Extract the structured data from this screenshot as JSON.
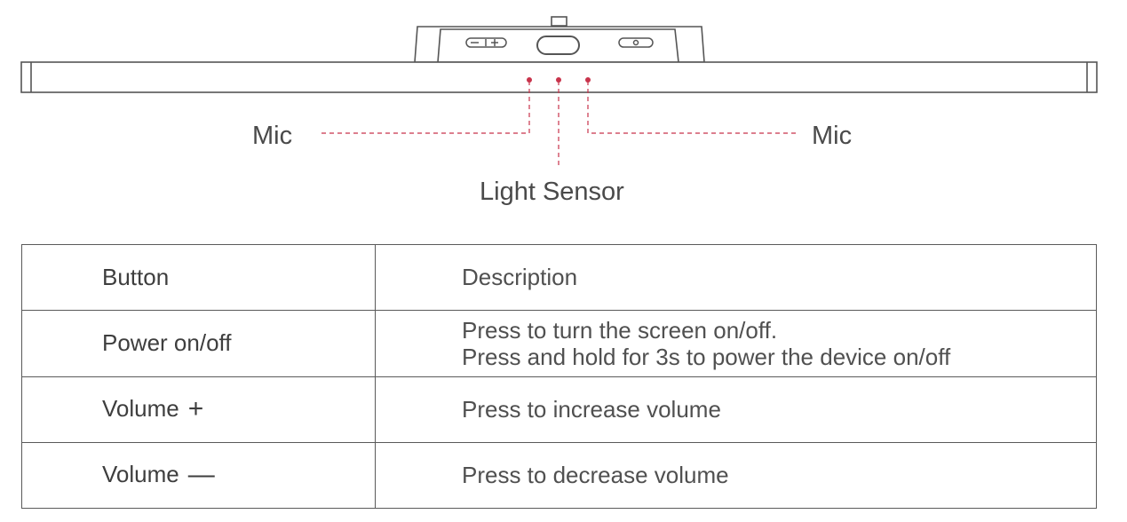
{
  "callouts": {
    "mic_left": "Mic",
    "mic_right": "Mic",
    "light_sensor": "Light Sensor",
    "leader_color": "#c8334b"
  },
  "table": {
    "headers": {
      "button": "Button",
      "description": "Description"
    },
    "rows": [
      {
        "button": "Power on/off",
        "symbol": "",
        "description": [
          "Press to turn the screen on/off.",
          "Press and hold for 3s to power the device on/off"
        ]
      },
      {
        "button": "Volume",
        "symbol": "+",
        "description": [
          "Press to increase volume"
        ]
      },
      {
        "button": "Volume",
        "symbol": "—",
        "description": [
          "Press to decrease volume"
        ]
      }
    ]
  }
}
